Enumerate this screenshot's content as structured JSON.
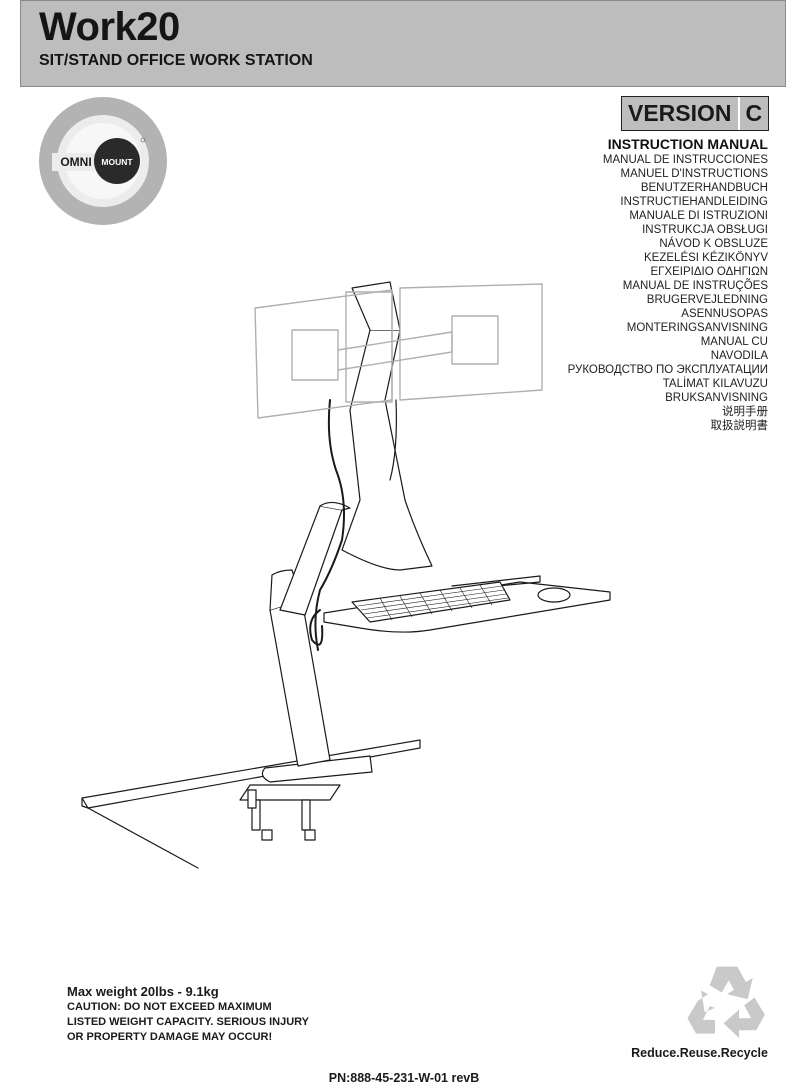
{
  "header": {
    "title": "Work20",
    "subtitle": "SIT/STAND OFFICE WORK STATION"
  },
  "logo": {
    "brand_part1": "OMNI",
    "brand_part2": "MOUNT",
    "icon": "omnimount-logo-icon"
  },
  "version": {
    "label": "VERSION",
    "letter": "C"
  },
  "manual_titles": {
    "heading": "INSTRUCTION MANUAL",
    "items": [
      "MANUAL DE INSTRUCCIONES",
      "MANUEL D'INSTRUCTIONS",
      "BENUTZERHANDBUCH",
      "INSTRUCTIEHANDLEIDING",
      "MANUALE DI ISTRUZIONI",
      "INSTRUKCJA OBSŁUGI",
      "NÁVOD K OBSLUZE",
      "KEZELÉSI KÉZIKÖNYV",
      "ΕΓΧΕΙΡΙΔΙΟ ΟΔΗΓΙΩΝ",
      "MANUAL DE INSTRUÇÕES",
      "BRUGERVEJLEDNING",
      "ASENNUSOPAS",
      "MONTERINGSANVISNING",
      "MANUAL CU",
      "NAVODILA",
      "РУКОВОДСТВО ПО ЭКСПЛУАТАЦИИ",
      "TALİMAT KILAVUZU",
      "BRUKSANVISNING",
      "说明手册",
      "取扱説明書"
    ]
  },
  "warning": {
    "max_weight": "Max weight 20lbs - 9.1kg",
    "lines": [
      "CAUTION:  DO NOT EXCEED MAXIMUM",
      "LISTED WEIGHT CAPACITY. SERIOUS INJURY",
      "OR PROPERTY DAMAGE MAY OCCUR!"
    ]
  },
  "footer": {
    "slogan": "Reduce.Reuse.Recycle",
    "part_number": "PN:888-45-231-W-01 revB",
    "recycle_icon": "recycle-icon"
  },
  "colors": {
    "header_gray": "#bdbdbd",
    "logo_gray": "#b3b3b3",
    "text_dark": "#1a1a1a"
  }
}
